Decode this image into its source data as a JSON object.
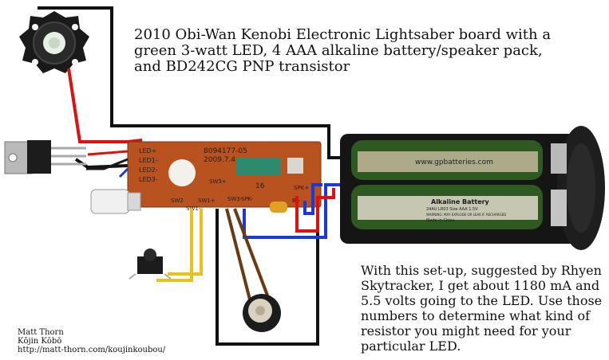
{
  "caption": {
    "title": "2010 Obi-Wan Kenobi Electronic Lightsaber board with a green 3-watt LED, 4 AAA alkaline battery/speaker pack, and BD242CG PNP transistor",
    "note": "With this set-up, suggested by Rhyen Skytracker, I get about 1180 mA and 5.5 volts going to the LED. Use those numbers to determine what kind of resistor you might need for your particular LED."
  },
  "credit": {
    "author": "Matt Thorn",
    "studio": "Kōjin Kōbō",
    "url": "http://matt-thorn.com/koujinkoubou/"
  },
  "pcb": {
    "part_number": "8094177-05",
    "date": "2009.7.4",
    "chip_label": "16",
    "pads": [
      "LED+",
      "LED1-",
      "LED2-",
      "LED3-"
    ],
    "switch_labels": [
      "SW2",
      "SW1-",
      "SW1+",
      "SW3+",
      "SW3-",
      "SPK-",
      "SPK+",
      "B+"
    ]
  },
  "battery": {
    "top_label": "www.gpbatteries.com",
    "bottom_label": "Alkaline Battery",
    "bottom_sub": "24AU LR03 Size AAA 1.5V",
    "bottom_warn": "WARNING: MAY EXPLODE OR LEAK IF RECHARGED",
    "origin": "Made in China"
  },
  "colors": {
    "pcb": "#b8521f",
    "wire_red": "#e01010",
    "wire_blue": "#1a3ad6",
    "wire_yellow": "#e6c21a",
    "wire_brown": "#6b3a12",
    "battery_green": "#2e5a22",
    "holder": "#151515"
  }
}
